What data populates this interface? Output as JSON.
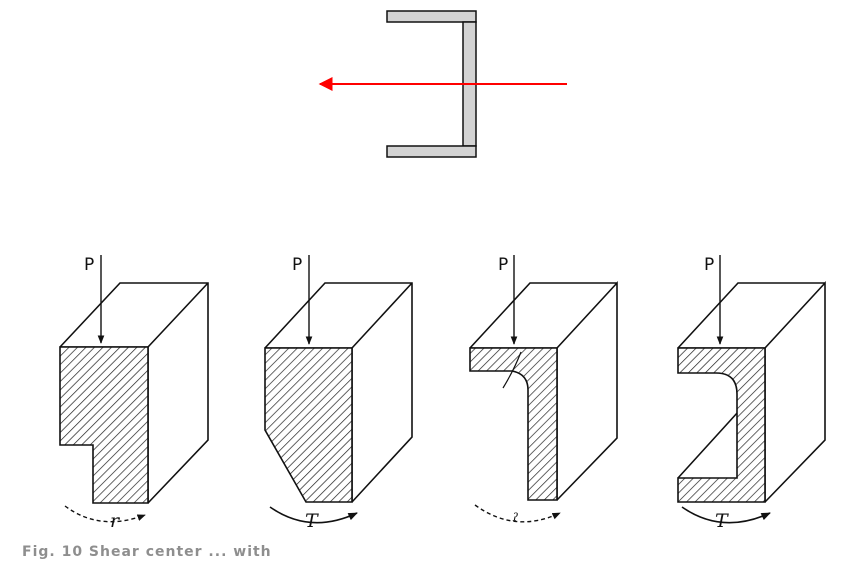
{
  "top_diagram": {
    "channel_fill": "#d3d3d3",
    "arrow_color": "#ff0000"
  },
  "sections": [
    {
      "load_label": "P",
      "torque_label": "r"
    },
    {
      "load_label": "P",
      "torque_label": "T"
    },
    {
      "load_label": "P",
      "torque_label": "ˀ"
    },
    {
      "load_label": "P",
      "torque_label": "T"
    }
  ],
  "caption": "Fig. 10 Shear center ... with"
}
